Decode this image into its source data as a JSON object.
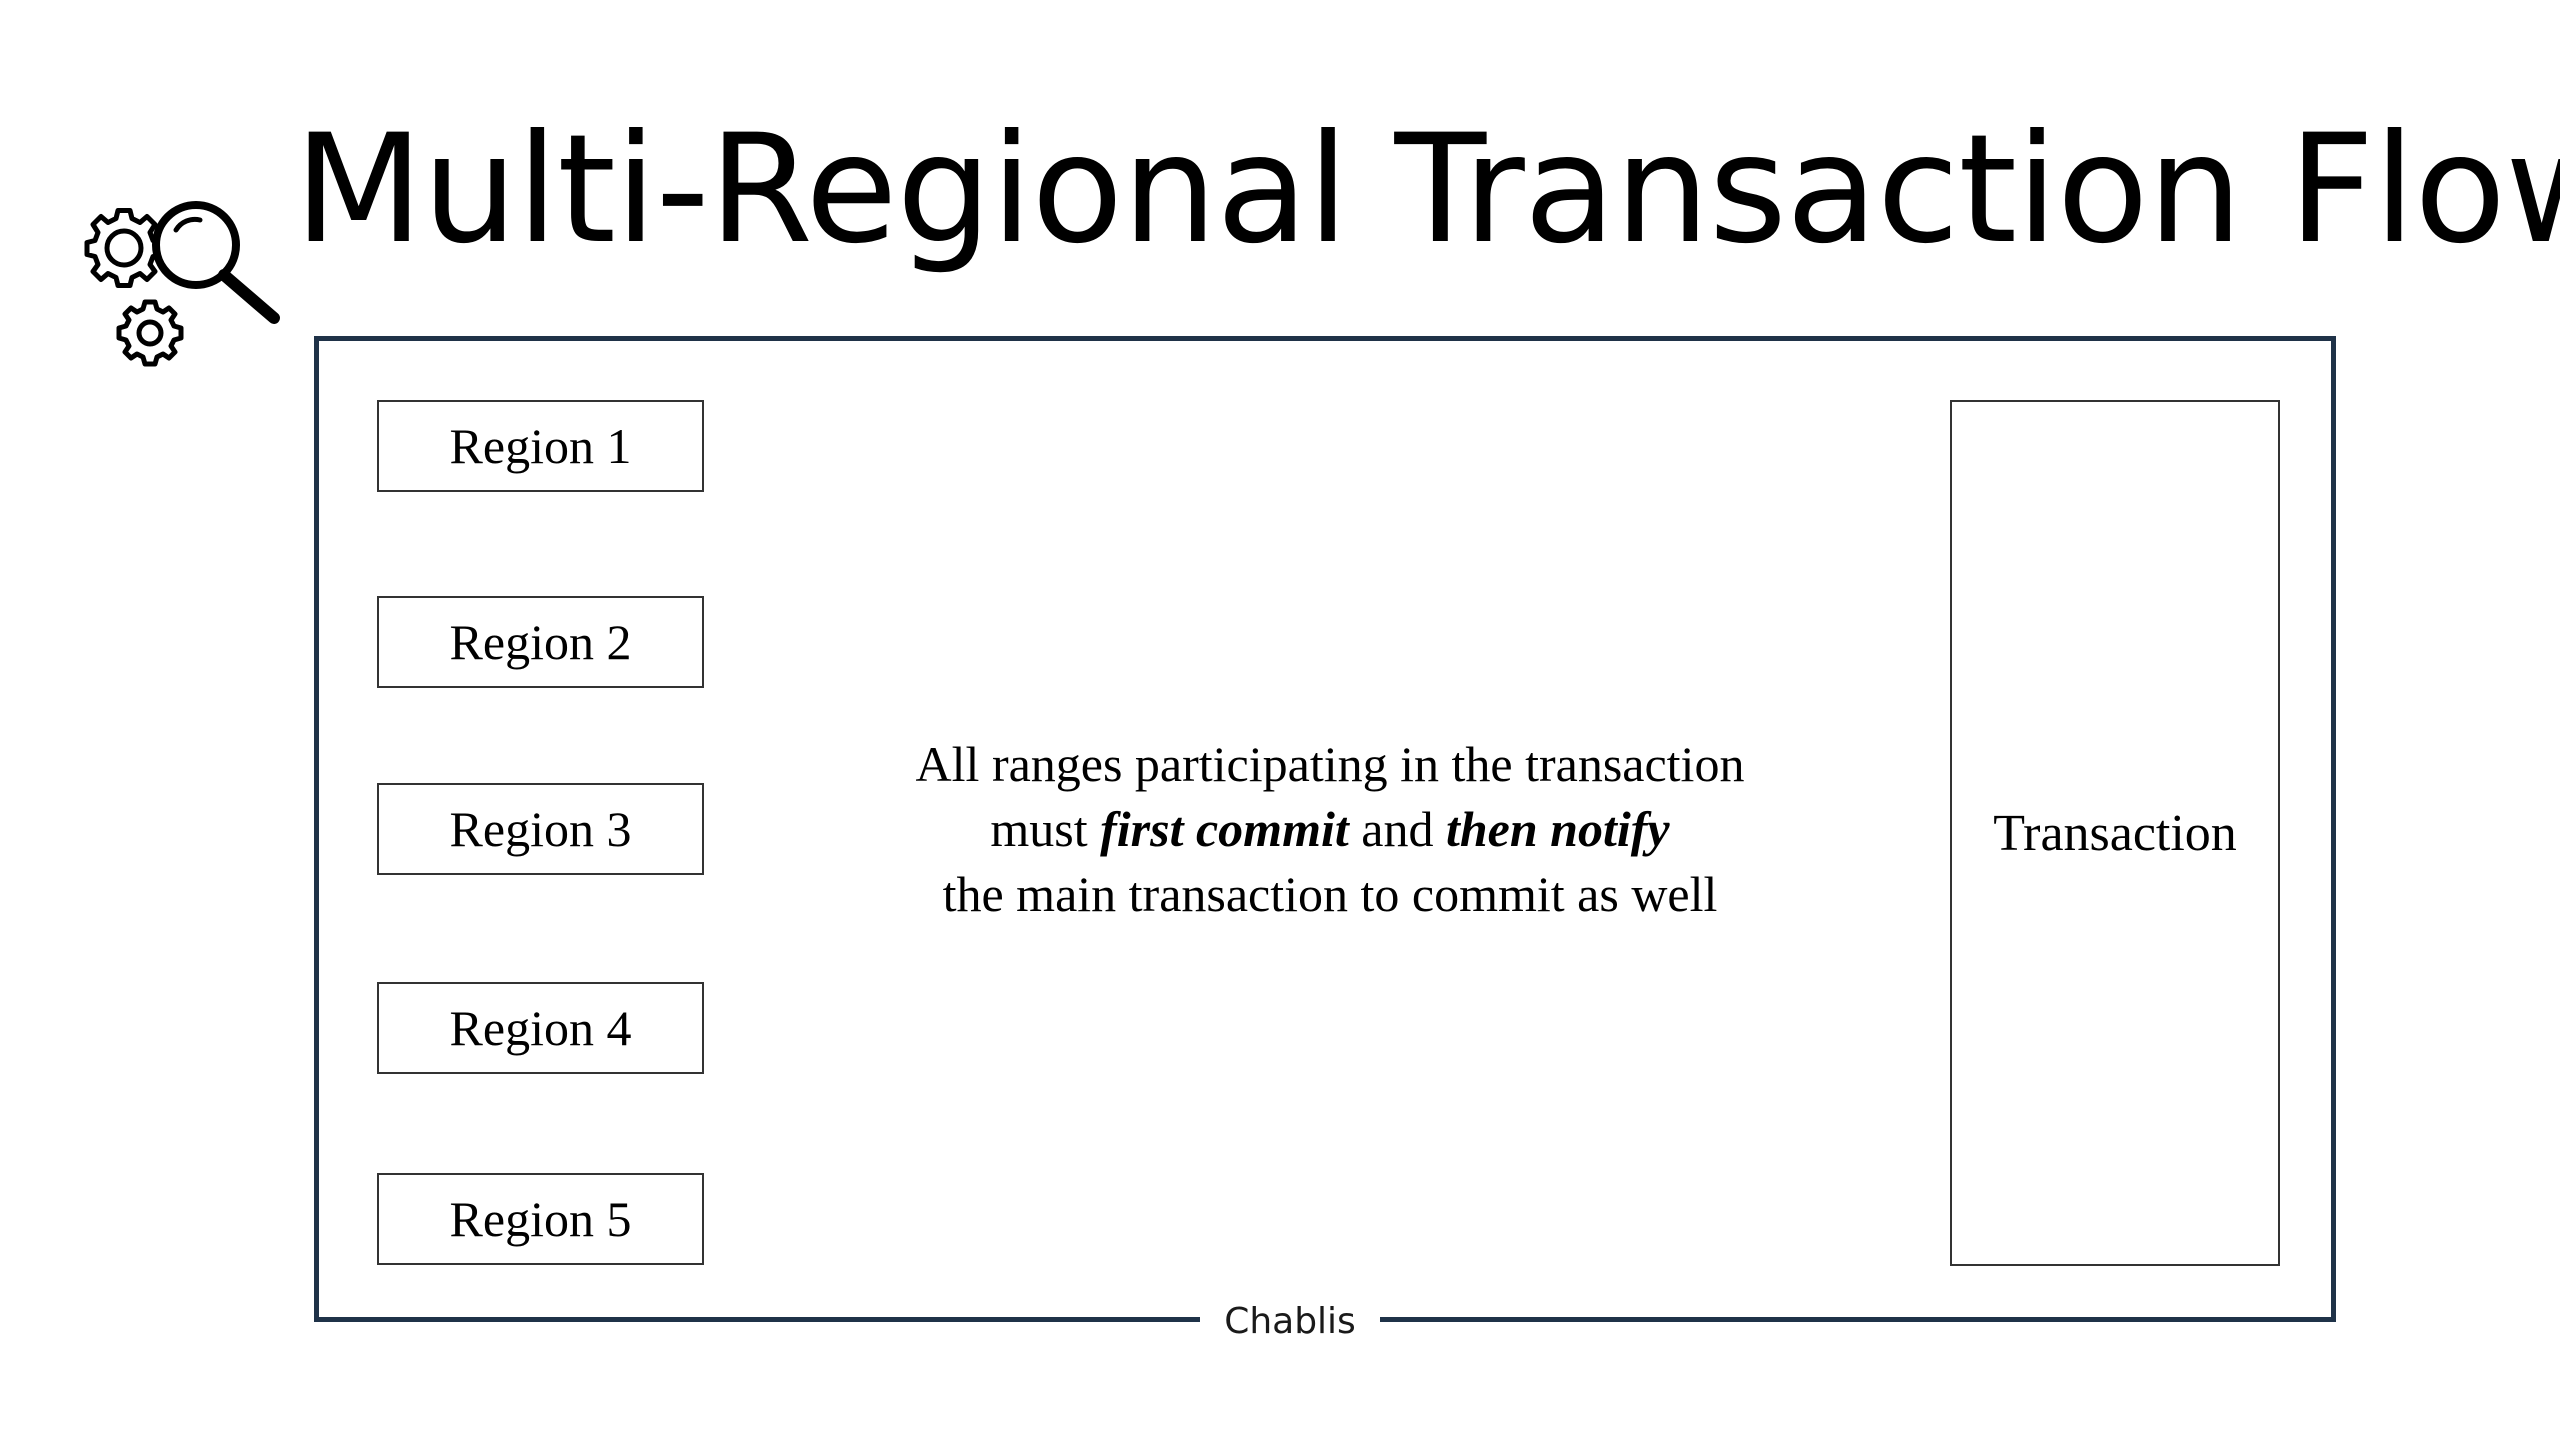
{
  "slide": {
    "title": "Multi-Regional Transaction Flow"
  },
  "icons": {
    "title_icon": "gears-magnifier-icon"
  },
  "frame": {
    "label": "Chablis",
    "border_color": "#1f3248"
  },
  "regions": [
    {
      "label": "Region 1"
    },
    {
      "label": "Region 2"
    },
    {
      "label": "Region 3"
    },
    {
      "label": "Region 4"
    },
    {
      "label": "Region 5"
    }
  ],
  "transaction": {
    "label": "Transaction"
  },
  "description": {
    "line1": "All ranges participating in the transaction",
    "line2_pre": "must ",
    "line2_emph1": "first commit",
    "line2_mid": " and ",
    "line2_emph2": "then notify",
    "line3": "the main transaction to commit as well"
  }
}
